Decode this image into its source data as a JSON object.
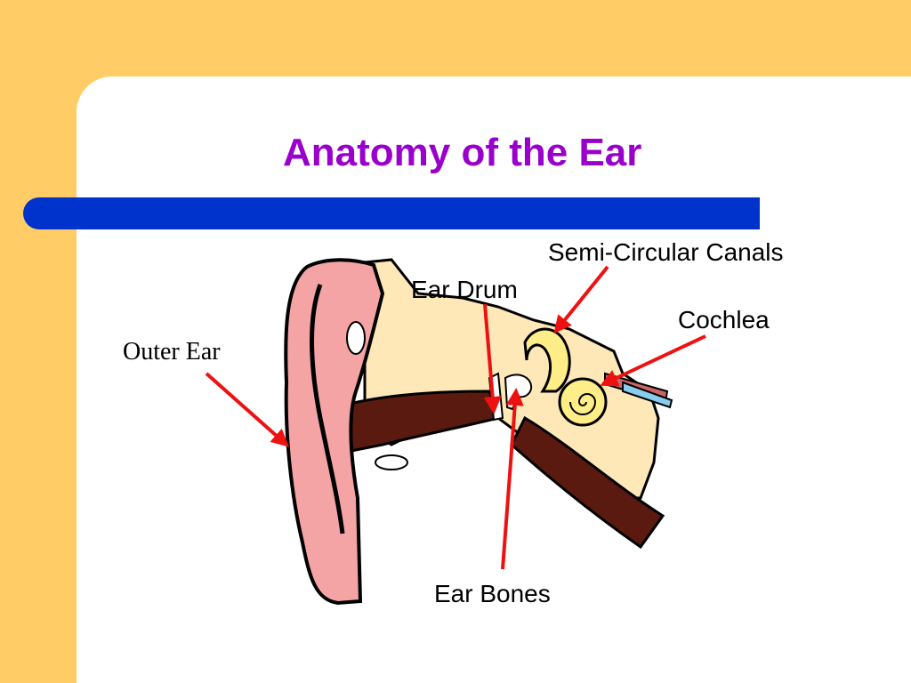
{
  "slide": {
    "title": "Anatomy of the Ear",
    "labels": {
      "outer_ear": "Outer Ear",
      "ear_drum": "Ear Drum",
      "semi_circular_canals": "Semi-Circular Canals",
      "cochlea": "Cochlea",
      "ear_bones": "Ear Bones"
    }
  },
  "colors": {
    "background": "#FFCC66",
    "panel": "#FFFFFF",
    "title": "#9900CC",
    "accent_bar": "#0033CC",
    "arrow": "#EE1111",
    "skin": "#F4A4A4",
    "tissue": "#FFE8B8",
    "dark": "#000000",
    "inner_ear": "#FFEE88"
  }
}
